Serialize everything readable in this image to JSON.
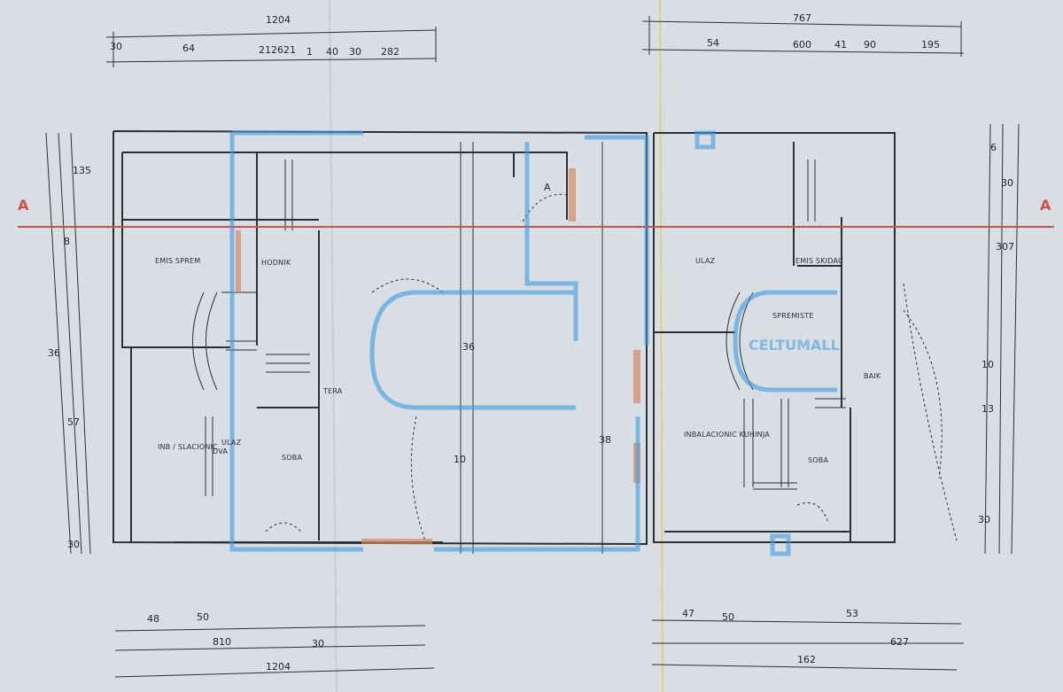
{
  "colors": {
    "paper": "#d9dde4",
    "line": "#2b2f36",
    "section_line": "#d0514a",
    "watermark": "#3d9be0"
  },
  "section_marks": {
    "left": "A",
    "right": "A",
    "inner": "A"
  },
  "rooms": {
    "emis_sprem": "EMIS SPREM",
    "hodnik": "HODNIK",
    "tera": "TERA",
    "ulaz_left": "ULAZ",
    "inb_left": "INB / SLACIONIC",
    "dva_left": "DVA",
    "soba": "SOBA",
    "ulaz_right": "ULAZ",
    "emis_skidac": "EMIS SKIDAC",
    "spremiste": "SPREMISTE",
    "inbacionic_kuhinja": "INBALACIONIC KUHINJA",
    "soba_right": "SOBA",
    "baik": "BAIK"
  },
  "dimensions": {
    "top_left_total": "1204",
    "top_left_a": "30",
    "top_left_b": "64",
    "top_left_c": "212621",
    "top_left_d": "1",
    "top_left_e": "40",
    "top_left_f": "30",
    "top_left_g": "282",
    "top_right_total": "767",
    "top_right_a": "54",
    "top_right_b": "600",
    "top_right_c": "41",
    "top_right_d": "90",
    "top_right_e": "195",
    "left_a": "135",
    "left_b": "8",
    "left_c": "36",
    "left_d": "57",
    "left_e": "30",
    "right_a": "6",
    "right_b": "30",
    "right_c": "307",
    "right_d": "10",
    "right_e": "13",
    "right_f": "30",
    "bottom_left_a": "48",
    "bottom_left_b": "50",
    "bottom_left_c": "810",
    "bottom_left_d": "30",
    "bottom_left_e": "1204",
    "bottom_right_a": "47",
    "bottom_right_b": "50",
    "bottom_right_c": "53",
    "bottom_right_d": "627",
    "bottom_right_e": "162",
    "mid_a": "36",
    "mid_b": "10",
    "mid_c": "38"
  },
  "watermark_text": "CELTUMALL"
}
